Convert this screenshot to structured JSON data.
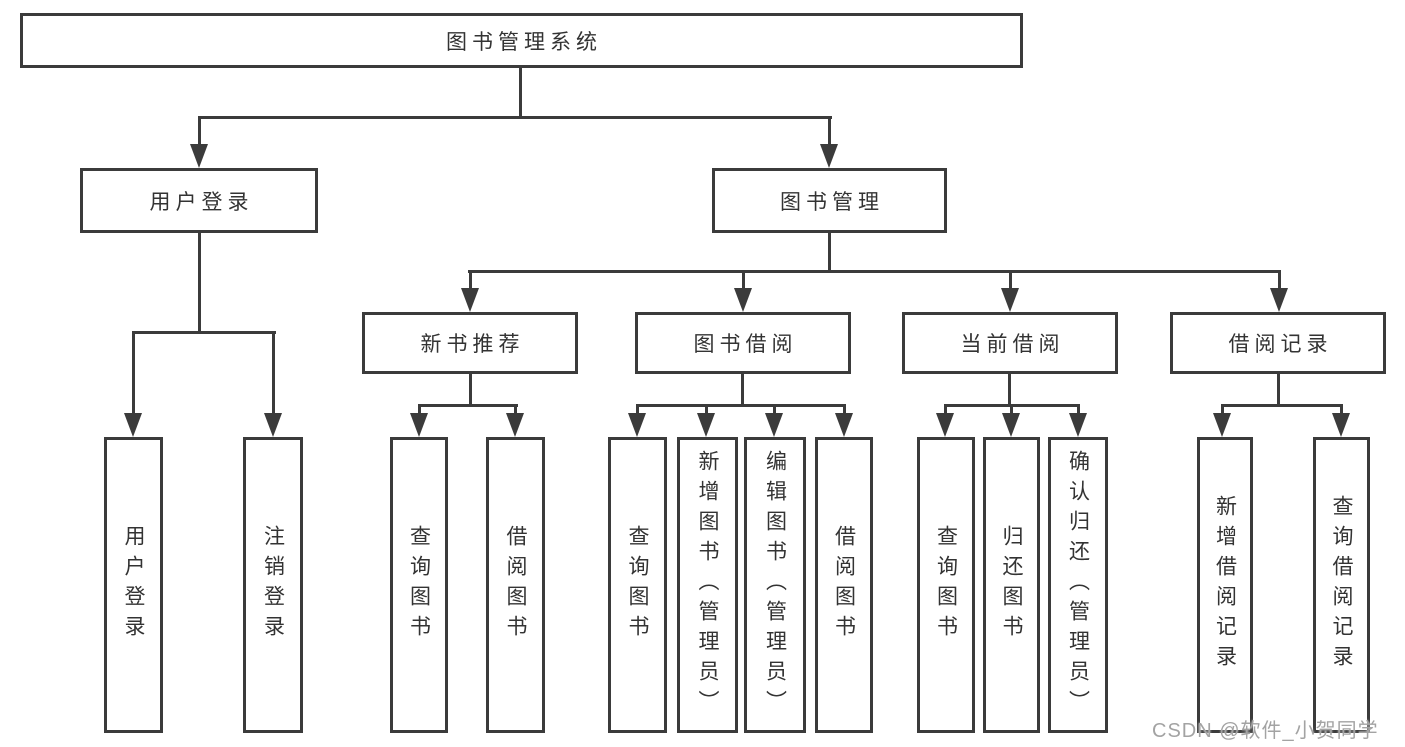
{
  "diagram": {
    "title": "图书管理系统",
    "nodes": {
      "login": {
        "label": "用户登录",
        "children": [
          "用户登录",
          "注销登录"
        ]
      },
      "management": {
        "label": "图书管理",
        "groups": [
          {
            "label": "新书推荐",
            "children": [
              "查询图书",
              "借阅图书"
            ]
          },
          {
            "label": "图书借阅",
            "children": [
              "查询图书",
              "新增图书（管理员）",
              "编辑图书（管理员）",
              "借阅图书"
            ]
          },
          {
            "label": "当前借阅",
            "children": [
              "查询图书",
              "归还图书",
              "确认归还（管理员）"
            ]
          },
          {
            "label": "借阅记录",
            "children": [
              "新增借阅记录",
              "查询借阅记录"
            ]
          }
        ]
      }
    },
    "watermark": "CSDN @软件_小贺同学",
    "colors": {
      "line": "#3b3b3b",
      "text": "#333333",
      "watermark": "#a3a3a3",
      "background": "#ffffff"
    }
  }
}
